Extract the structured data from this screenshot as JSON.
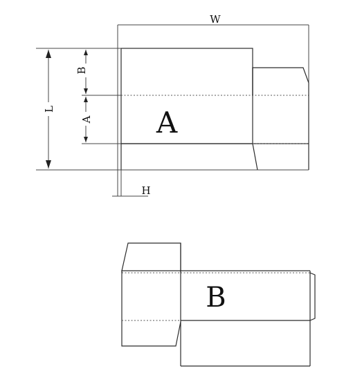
{
  "labels": {
    "width": "W",
    "length": "L",
    "depth_b": "B",
    "depth_a": "A",
    "height": "H",
    "panel_a": "A",
    "panel_b": "B"
  },
  "colors": {
    "line": "#2b2b2b",
    "background": "#ffffff"
  }
}
